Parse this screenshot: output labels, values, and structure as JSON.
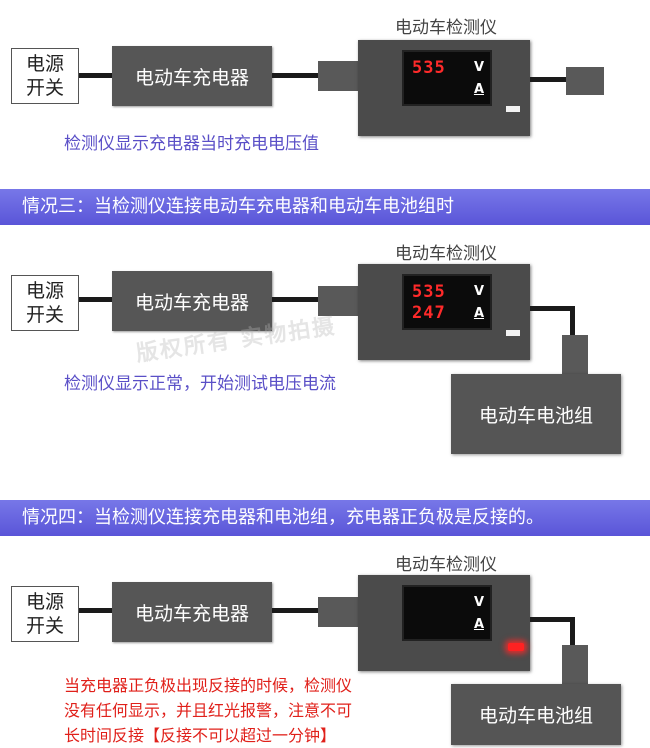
{
  "labels": {
    "tester": "电动车检测仪",
    "source_line1": "电源",
    "source_line2": "开关",
    "charger": "电动车充电器",
    "battery": "电动车电池组",
    "volt_unit": "V",
    "amp_unit": "A"
  },
  "scene1": {
    "voltage": "535",
    "caption": "检测仪显示充电器当时充电电压值"
  },
  "banner2": "情况三：当检测仪连接电动车充电器和电动车电池组时",
  "scene2": {
    "voltage": "535",
    "current": "247",
    "caption": "检测仪显示正常，开始测试电压电流",
    "watermark": "版权所有 实物拍摄"
  },
  "banner3": "情况四：当检测仪连接充电器和电池组，充电器正负极是反接的。",
  "scene3": {
    "warning": [
      "当充电器正负极出现反接的时候，检测仪",
      "没有任何显示，并且红光报警，注意不可",
      "长时间反接【反接不可以超过一分钟】"
    ]
  },
  "colors": {
    "banner": "#6a66e0",
    "caption": "#5a4fc7",
    "warning": "#e0201a",
    "led": "#ff2a2a"
  }
}
